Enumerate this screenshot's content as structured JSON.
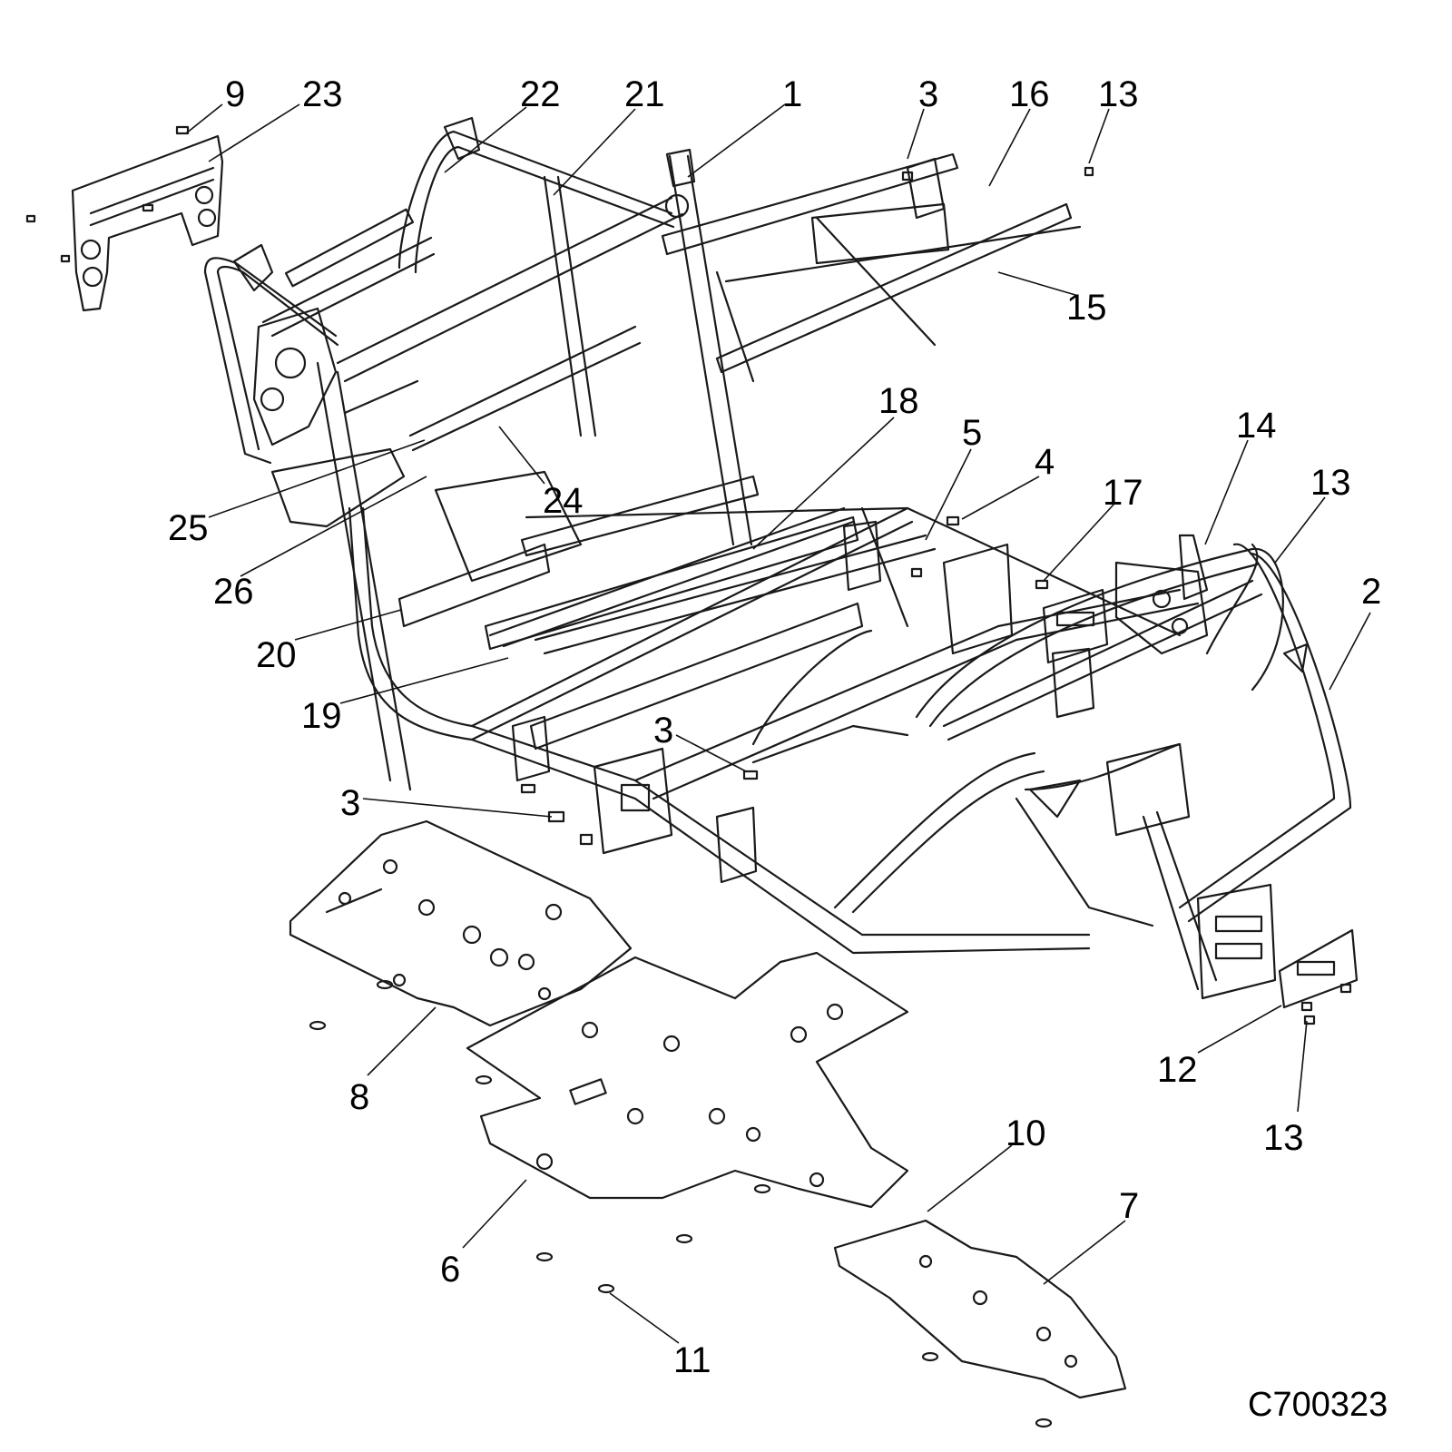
{
  "diagram_code": "C700323",
  "callouts": [
    {
      "id": "c-9",
      "label": "9"
    },
    {
      "id": "c-23",
      "label": "23"
    },
    {
      "id": "c-22",
      "label": "22"
    },
    {
      "id": "c-21",
      "label": "21"
    },
    {
      "id": "c-1",
      "label": "1"
    },
    {
      "id": "c-3a",
      "label": "3"
    },
    {
      "id": "c-16",
      "label": "16"
    },
    {
      "id": "c-13a",
      "label": "13"
    },
    {
      "id": "c-15",
      "label": "15"
    },
    {
      "id": "c-18",
      "label": "18"
    },
    {
      "id": "c-5",
      "label": "5"
    },
    {
      "id": "c-14",
      "label": "14"
    },
    {
      "id": "c-4",
      "label": "4"
    },
    {
      "id": "c-13b",
      "label": "13"
    },
    {
      "id": "c-17",
      "label": "17"
    },
    {
      "id": "c-2",
      "label": "2"
    },
    {
      "id": "c-25",
      "label": "25"
    },
    {
      "id": "c-24",
      "label": "24"
    },
    {
      "id": "c-26",
      "label": "26"
    },
    {
      "id": "c-20",
      "label": "20"
    },
    {
      "id": "c-19",
      "label": "19"
    },
    {
      "id": "c-3b",
      "label": "3"
    },
    {
      "id": "c-3c",
      "label": "3"
    },
    {
      "id": "c-8",
      "label": "8"
    },
    {
      "id": "c-12",
      "label": "12"
    },
    {
      "id": "c-13c",
      "label": "13"
    },
    {
      "id": "c-10",
      "label": "10"
    },
    {
      "id": "c-7",
      "label": "7"
    },
    {
      "id": "c-6",
      "label": "6"
    },
    {
      "id": "c-11",
      "label": "11"
    }
  ]
}
